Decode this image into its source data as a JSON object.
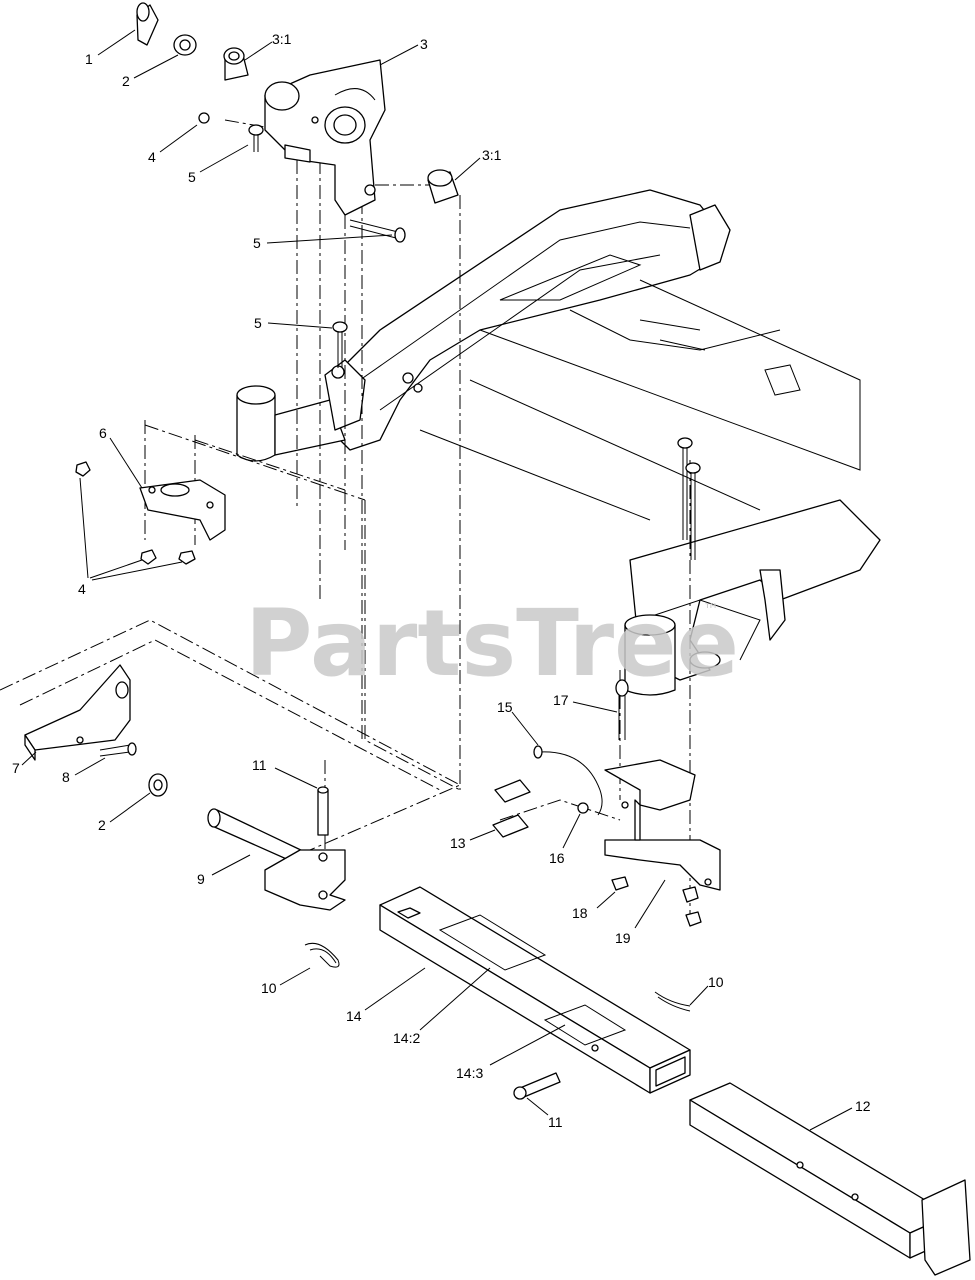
{
  "watermark": {
    "text": "PartsTree",
    "trademark": "™"
  },
  "callouts": [
    {
      "id": "c1",
      "text": "1"
    },
    {
      "id": "c2a",
      "text": "2"
    },
    {
      "id": "c31a",
      "text": "3:1"
    },
    {
      "id": "c3",
      "text": "3"
    },
    {
      "id": "c4a",
      "text": "4"
    },
    {
      "id": "c5a",
      "text": "5"
    },
    {
      "id": "c31b",
      "text": "3:1"
    },
    {
      "id": "c5b",
      "text": "5"
    },
    {
      "id": "c5c",
      "text": "5"
    },
    {
      "id": "c6",
      "text": "6"
    },
    {
      "id": "c4b",
      "text": "4"
    },
    {
      "id": "c7",
      "text": "7"
    },
    {
      "id": "c8",
      "text": "8"
    },
    {
      "id": "c2b",
      "text": "2"
    },
    {
      "id": "c11a",
      "text": "11"
    },
    {
      "id": "c9",
      "text": "9"
    },
    {
      "id": "c10a",
      "text": "10"
    },
    {
      "id": "c15",
      "text": "15"
    },
    {
      "id": "c17",
      "text": "17"
    },
    {
      "id": "c13",
      "text": "13"
    },
    {
      "id": "c16",
      "text": "16"
    },
    {
      "id": "c18",
      "text": "18"
    },
    {
      "id": "c19",
      "text": "19"
    },
    {
      "id": "c14",
      "text": "14"
    },
    {
      "id": "c142",
      "text": "14:2"
    },
    {
      "id": "c143",
      "text": "14:3"
    },
    {
      "id": "c10b",
      "text": "10"
    },
    {
      "id": "c11b",
      "text": "11"
    },
    {
      "id": "c12",
      "text": "12"
    }
  ]
}
